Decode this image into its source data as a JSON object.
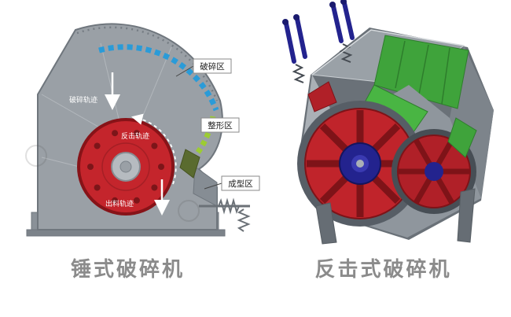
{
  "figures": {
    "left": {
      "caption": "锤式破碎机",
      "zones": [
        {
          "label": "破碎区"
        },
        {
          "label": "整形区"
        },
        {
          "label": "成型区"
        }
      ],
      "tracks": [
        {
          "label": "破碎轨迹"
        },
        {
          "label": "反击轨迹"
        },
        {
          "label": "出料轨迹"
        }
      ]
    },
    "right": {
      "caption": "反击式破碎机"
    }
  },
  "colors": {
    "crushing_zone_arc": "#2a9bd8",
    "shaping_zone_arc": "#9ccc33",
    "rotor_red": "#c4252c",
    "panel_green": "#3fa33b",
    "bolt_blue": "#23238e",
    "body_gray": "#9aa0a6",
    "caption_gray": "#8b8b8b"
  }
}
